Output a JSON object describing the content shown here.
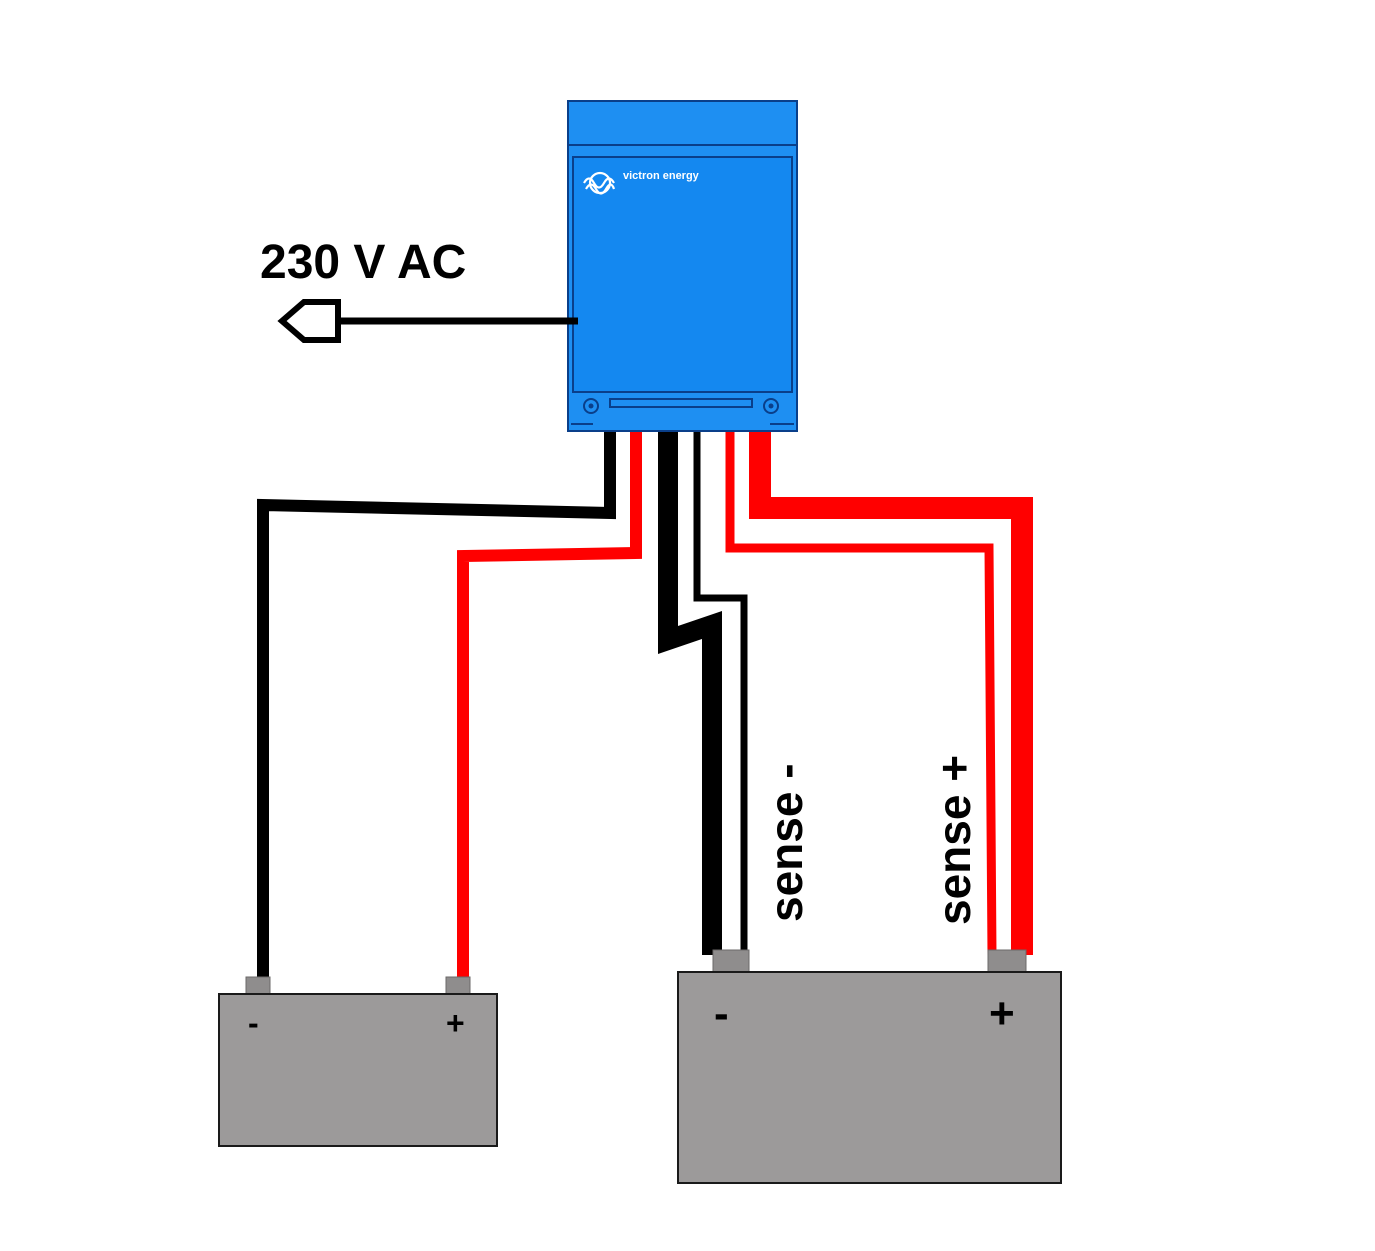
{
  "device": {
    "brand_text": "victron energy"
  },
  "labels": {
    "ac": "230 V AC",
    "sense_minus": "sense -",
    "sense_plus": "sense +"
  },
  "batteries": {
    "left": {
      "minus": "-",
      "plus": "+"
    },
    "right": {
      "minus": "-",
      "plus": "+"
    }
  },
  "colors": {
    "charger_blue": "#1e8ff2",
    "charger_outline": "#0a3f8a",
    "wire_red": "#ff0000",
    "wire_black": "#000000",
    "battery_gray": "#9c9a9a",
    "terminal_gray": "#8f8d8d"
  }
}
